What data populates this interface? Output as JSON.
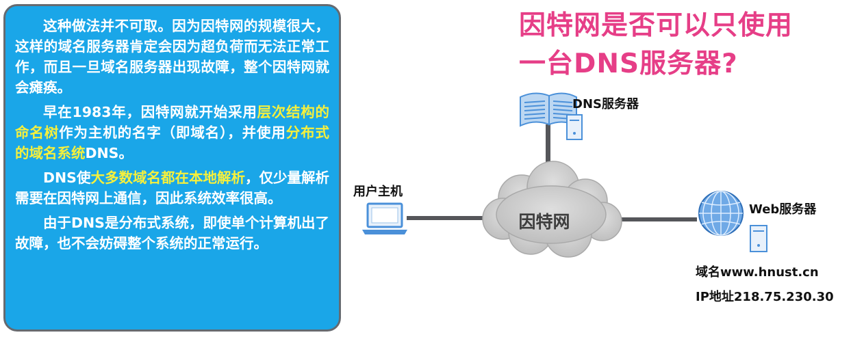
{
  "paragraphs": [
    {
      "segments": [
        {
          "text": "这种做法并不可取。因为因特网的规模很大，这样的域名服务器肯定会因为超负荷而无法正常工作，而且一旦域名服务器出现故障，整个因特网就会瘫痪。",
          "highlight": false
        }
      ]
    },
    {
      "segments": [
        {
          "text": "早在1983年，因特网就开始采用",
          "highlight": false
        },
        {
          "text": "层次结构的命名树",
          "highlight": true
        },
        {
          "text": "作为主机的名字（即域名），并使用",
          "highlight": false
        },
        {
          "text": "分布式的域名系统",
          "highlight": true
        },
        {
          "text": "DNS。",
          "highlight": false
        }
      ]
    },
    {
      "segments": [
        {
          "text": "DNS使",
          "highlight": false
        },
        {
          "text": "大多数域名都在本地解析",
          "highlight": true
        },
        {
          "text": "，仅少量解析需要在因特网上通信，因此系统效率很高。",
          "highlight": false
        }
      ]
    },
    {
      "segments": [
        {
          "text": "由于DNS是分布式系统，即使单个计算机出了故障，也不会妨碍整个系统的正常运行。",
          "highlight": false
        }
      ]
    }
  ],
  "title": {
    "line1": "因特网是否可以只使用",
    "line2": "一台DNS服务器?"
  },
  "diagram": {
    "dns_server_label": "DNS服务器",
    "user_host_label": "用户主机",
    "internet_label": "因特网",
    "web_server_label": "Web服务器",
    "domain_line": "域名www.hnust.cn",
    "ip_line": "IP地址218.75.230.30"
  },
  "colors": {
    "panel_bg": "#1aa6e8",
    "panel_border": "#666a70",
    "highlight_text": "#f6f03c",
    "title_text": "#e63e87",
    "cloud": "#c9c9c9",
    "device_blue": "#4a90d9"
  }
}
